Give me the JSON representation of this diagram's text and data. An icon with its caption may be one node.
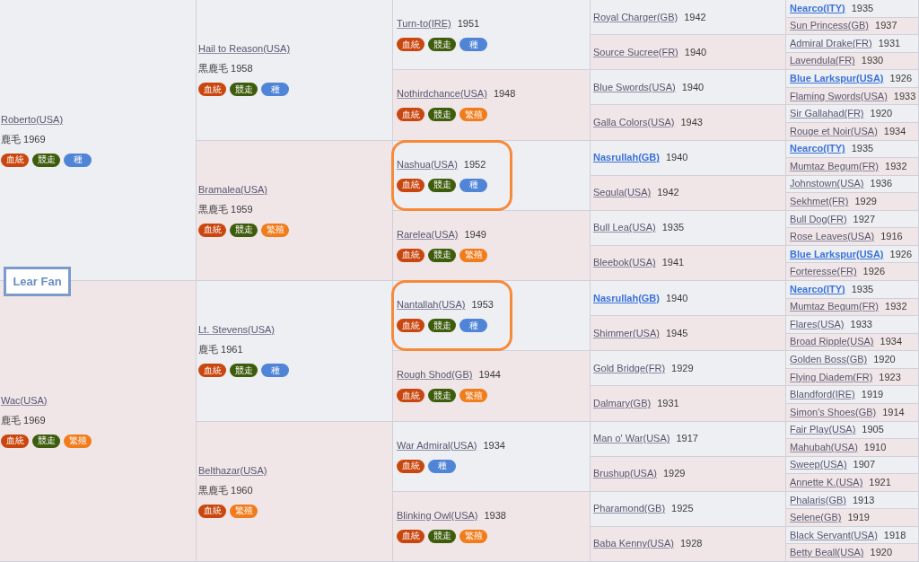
{
  "diagram": {
    "nodes": [
      {
        "text": [
          "Lear Fan"
        ]
      },
      {
        "text": [
          "Roberto(USA)",
          "鹿毛 1969"
        ]
      },
      {
        "text": [
          "血統"
        ],
        "in": 1
      },
      {
        "text": [
          "競走"
        ],
        "in": 1
      },
      {
        "text": [
          "種"
        ],
        "in": 1
      },
      {
        "text": [
          "Hail to Reason(USA)",
          "黒鹿毛 1958"
        ]
      },
      {
        "text": [
          "血統"
        ],
        "in": 5
      },
      {
        "text": [
          "競走"
        ],
        "in": 5
      },
      {
        "text": [
          "種"
        ],
        "in": 5
      },
      {
        "text": [
          "Turn-to(IRE)",
          "1951"
        ]
      },
      {
        "text": [
          "血統"
        ],
        "in": 9
      },
      {
        "text": [
          "競走"
        ],
        "in": 9
      },
      {
        "text": [
          "種"
        ],
        "in": 9
      },
      {
        "text": [
          "Royal Charger(GB)",
          "1942"
        ]
      },
      {
        "text": [
          "Nearco(ITY)",
          "1935"
        ]
      },
      {
        "text": [
          "Sun Princess(GB)",
          "1937"
        ]
      },
      {
        "text": [
          "Source Sucree(FR)",
          "1940"
        ]
      },
      {
        "text": [
          "Admiral Drake(FR)",
          "1931"
        ]
      },
      {
        "text": [
          "Lavendula(FR)",
          "1930"
        ]
      },
      {
        "text": [
          "Nothirdchance(USA)",
          "1948"
        ]
      },
      {
        "text": [
          "血統"
        ],
        "in": 19
      },
      {
        "text": [
          "競走"
        ],
        "in": 19
      },
      {
        "text": [
          "繁殖"
        ],
        "in": 19
      },
      {
        "text": [
          "Blue Swords(USA)",
          "1940"
        ]
      },
      {
        "text": [
          "Blue Larkspur(USA)",
          "1926"
        ]
      },
      {
        "text": [
          "Flaming Swords(USA)",
          "1933"
        ]
      },
      {
        "text": [
          "Galla Colors(USA)",
          "1943"
        ]
      },
      {
        "text": [
          "Sir Gallahad(FR)",
          "1920"
        ]
      },
      {
        "text": [
          "Rouge et Noir(USA)",
          "1934"
        ]
      },
      {
        "text": [
          "Bramalea(USA)",
          "黒鹿毛 1959"
        ]
      },
      {
        "text": [
          "血統"
        ],
        "in": 29
      },
      {
        "text": [
          "競走"
        ],
        "in": 29
      },
      {
        "text": [
          "繁殖"
        ],
        "in": 29
      },
      {
        "text": [],
        "shape": "box"
      },
      {
        "text": [
          "Nashua(USA)",
          "1952"
        ],
        "in": 33
      },
      {
        "text": [
          "血統"
        ],
        "in": 34
      },
      {
        "text": [
          "競走"
        ],
        "in": 34
      },
      {
        "text": [
          "種"
        ],
        "in": 34
      },
      {
        "text": [
          "Nasrullah(GB)",
          "1940"
        ]
      },
      {
        "text": [
          "Nearco(ITY)",
          "1935"
        ]
      },
      {
        "text": [
          "Mumtaz Begum(FR)",
          "1932"
        ]
      },
      {
        "text": [
          "Segula(USA)",
          "1942"
        ]
      },
      {
        "text": [
          "Johnstown(USA)",
          "1936"
        ]
      },
      {
        "text": [
          "Sekhmet(FR)",
          "1929"
        ]
      },
      {
        "text": [
          "Rarelea(USA)",
          "1949"
        ]
      },
      {
        "text": [
          "血統"
        ],
        "in": 44
      },
      {
        "text": [
          "競走"
        ],
        "in": 44
      },
      {
        "text": [
          "繁殖"
        ],
        "in": 44
      },
      {
        "text": [
          "Bull Lea(USA)",
          "1935"
        ]
      },
      {
        "text": [
          "Bull Dog(FR)",
          "1927"
        ]
      },
      {
        "text": [
          "Rose Leaves(USA)",
          "1916"
        ]
      },
      {
        "text": [
          "Bleebok(USA)",
          "1941"
        ]
      },
      {
        "text": [
          "Blue Larkspur(USA)",
          "1926"
        ]
      },
      {
        "text": [
          "Forteresse(FR)",
          "1926"
        ]
      },
      {
        "text": [
          "Wac(USA)",
          "鹿毛 1969"
        ]
      },
      {
        "text": [
          "血統"
        ],
        "in": 54
      },
      {
        "text": [
          "競走"
        ],
        "in": 54
      },
      {
        "text": [
          "繁殖"
        ],
        "in": 54
      },
      {
        "text": [
          "Lt. Stevens(USA)",
          "鹿毛 1961"
        ]
      },
      {
        "text": [
          "血統"
        ],
        "in": 58
      },
      {
        "text": [
          "競走"
        ],
        "in": 58
      },
      {
        "text": [
          "種"
        ],
        "in": 58
      },
      {
        "text": [],
        "shape": "box"
      },
      {
        "text": [
          "Nantallah(USA)",
          "1953"
        ],
        "in": 62
      },
      {
        "text": [
          "血統"
        ],
        "in": 63
      },
      {
        "text": [
          "競走"
        ],
        "in": 63
      },
      {
        "text": [
          "種"
        ],
        "in": 63
      },
      {
        "text": [
          "Nasrullah(GB)",
          "1940"
        ]
      },
      {
        "text": [
          "Nearco(ITY)",
          "1935"
        ]
      },
      {
        "text": [
          "Mumtaz Begum(FR)",
          "1932"
        ]
      },
      {
        "text": [
          "Shimmer(USA)",
          "1945"
        ]
      },
      {
        "text": [
          "Flares(USA)",
          "1933"
        ]
      },
      {
        "text": [
          "Broad Ripple(USA)",
          "1934"
        ]
      },
      {
        "text": [
          "Rough Shod(GB)",
          "1944"
        ]
      },
      {
        "text": [
          "血統"
        ],
        "in": 73
      },
      {
        "text": [
          "競走"
        ],
        "in": 73
      },
      {
        "text": [
          "繁殖"
        ],
        "in": 73
      },
      {
        "text": [
          "Gold Bridge(FR)",
          "1929"
        ]
      },
      {
        "text": [
          "Golden Boss(GB)",
          "1920"
        ]
      },
      {
        "text": [
          "Flying Diadem(FR)",
          "1923"
        ]
      },
      {
        "text": [
          "Dalmary(GB)",
          "1931"
        ]
      },
      {
        "text": [
          "Blandford(IRE)",
          "1919"
        ]
      },
      {
        "text": [
          "Simon's Shoes(GB)",
          "1914"
        ]
      },
      {
        "text": [
          "Belthazar(USA)",
          "黒鹿毛 1960"
        ]
      },
      {
        "text": [
          "血統"
        ],
        "in": 83
      },
      {
        "text": [
          "繁殖"
        ],
        "in": 83
      },
      {
        "text": [
          "War Admiral(USA)",
          "1934"
        ]
      },
      {
        "text": [
          "血統"
        ],
        "in": 86
      },
      {
        "text": [
          "種"
        ],
        "in": 86
      },
      {
        "text": [
          "Man o' War(USA)",
          "1917"
        ]
      },
      {
        "text": [
          "Fair Play(USA)",
          "1905"
        ]
      },
      {
        "text": [
          "Mahubah(USA)",
          "1910"
        ]
      },
      {
        "text": [
          "Brushup(USA)",
          "1929"
        ]
      },
      {
        "text": [
          "Sweep(USA)",
          "1907"
        ]
      },
      {
        "text": [
          "Annette K.(USA)",
          "1921"
        ]
      },
      {
        "text": [
          "Blinking Owl(USA)",
          "1938"
        ]
      },
      {
        "text": [
          "血統"
        ],
        "in": 95
      },
      {
        "text": [
          "競走"
        ],
        "in": 95
      },
      {
        "text": [
          "繁殖"
        ],
        "in": 95
      },
      {
        "text": [
          "Pharamond(GB)",
          "1925"
        ]
      },
      {
        "text": [
          "Phalaris(GB)",
          "1913"
        ]
      },
      {
        "text": [
          "Selene(GB)",
          "1919"
        ]
      },
      {
        "text": [
          "Baba Kenny(USA)",
          "1928"
        ]
      },
      {
        "text": [
          "Black Servant(USA)",
          "1918"
        ]
      },
      {
        "text": [
          "Betty Beall(USA)",
          "1920"
        ]
      }
    ]
  }
}
